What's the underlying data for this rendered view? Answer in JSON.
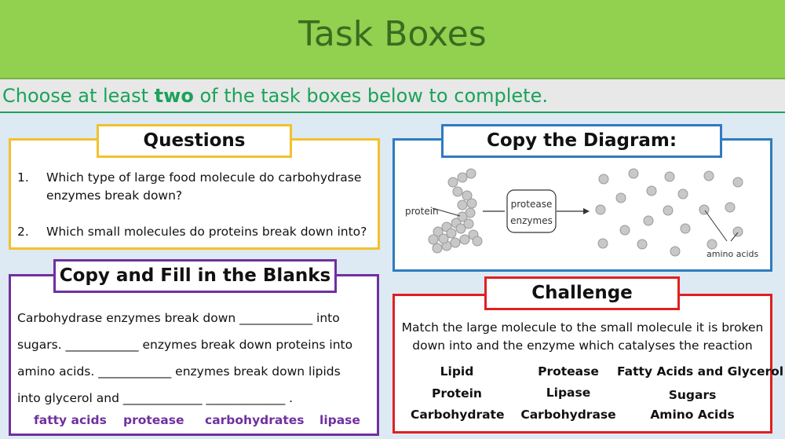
{
  "header": {
    "title": "Task Boxes"
  },
  "instruction": {
    "before": "Choose at least ",
    "bold": "two",
    "after": " of the task boxes below to complete."
  },
  "questions": {
    "title": "Questions",
    "items": [
      {
        "num": "1.",
        "text": "Which type of large food molecule do carbohydrase enzymes break down?"
      },
      {
        "num": "2.",
        "text": "Which small molecules do proteins break down into?"
      }
    ]
  },
  "diagram": {
    "title": "Copy the Diagram:",
    "protein_label": "protein",
    "box_line1": "protease",
    "box_line2": "enzymes",
    "amino_label": "amino acids"
  },
  "blanks": {
    "title": "Copy and Fill in the Blanks",
    "lines": [
      "Carbohydrase enzymes break down ____________ into",
      "sugars. ____________ enzymes break down proteins into",
      "amino acids. ____________ enzymes break down lipids",
      "into glycerol and _____________ _____________ ."
    ],
    "words": [
      "fatty acids",
      "protease",
      "carbohydrates",
      "lipase"
    ]
  },
  "challenge": {
    "title": "Challenge",
    "desc1": "Match the large molecule to the small molecule it is broken",
    "desc2": "down into and the enzyme which catalyses the reaction",
    "col1": [
      "Lipid",
      "Protein",
      "Carbohydrate"
    ],
    "col2": [
      "Protease",
      "Lipase",
      "Carbohydrase"
    ],
    "col3": [
      "Fatty Acids and Glycerol",
      "Sugars",
      "Amino Acids"
    ]
  },
  "colors": {
    "header_bg": "#92d050",
    "title_text": "#3b6b1f",
    "instruction_text": "#1aa35a",
    "questions_border": "#f2c12e",
    "diagram_border": "#2f7bc0",
    "blanks_border": "#7030a0",
    "challenge_border": "#e02020"
  }
}
